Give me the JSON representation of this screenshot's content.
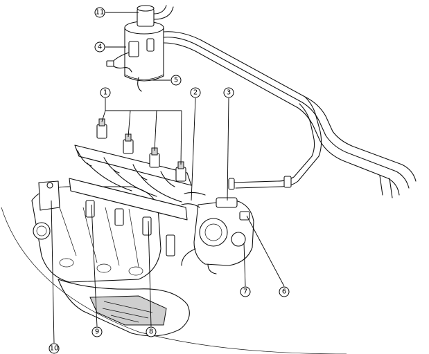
{
  "diagram": {
    "callouts": [
      {
        "id": "c11",
        "label": "⑪"
      },
      {
        "id": "c4",
        "label": "④"
      },
      {
        "id": "c5",
        "label": "⑤"
      },
      {
        "id": "c1",
        "label": "①"
      },
      {
        "id": "c2",
        "label": "②"
      },
      {
        "id": "c3",
        "label": "③"
      },
      {
        "id": "c6",
        "label": "⑥"
      },
      {
        "id": "c7",
        "label": "⑦"
      },
      {
        "id": "c8",
        "label": "⑧"
      },
      {
        "id": "c9",
        "label": "⑨"
      },
      {
        "id": "c10",
        "label": "⑩"
      }
    ],
    "numbers": [
      "11",
      "4",
      "5",
      "1",
      "2",
      "3",
      "6",
      "7",
      "8",
      "9",
      "10"
    ]
  }
}
